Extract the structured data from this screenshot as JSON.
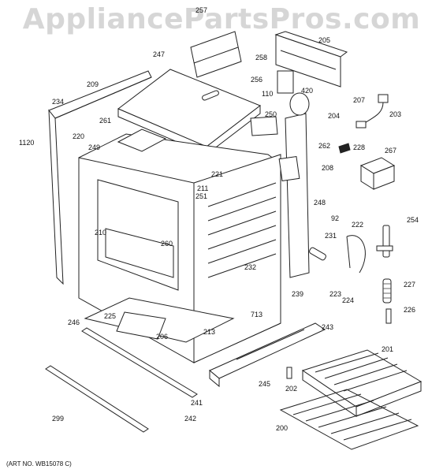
{
  "watermark": "AppliancePartsPros.com",
  "art_number": "(ART NO. WB15078 C)",
  "part_numbers": [
    "257",
    "205",
    "247",
    "258",
    "256",
    "209",
    "110",
    "420",
    "234",
    "207",
    "203",
    "250",
    "204",
    "261",
    "1120",
    "220",
    "249",
    "262",
    "228",
    "267",
    "208",
    "221",
    "211",
    "251",
    "248",
    "92",
    "254",
    "231",
    "222",
    "210",
    "260",
    "232",
    "206",
    "239",
    "227",
    "246",
    "225",
    "713",
    "243",
    "223",
    "224",
    "226",
    "213",
    "201",
    "245",
    "202",
    "299",
    "241",
    "242",
    "200"
  ]
}
